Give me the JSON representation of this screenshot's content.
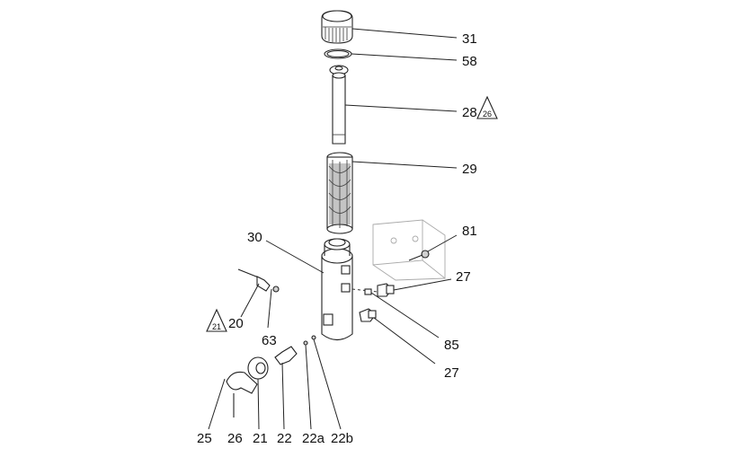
{
  "callouts": {
    "c31": "31",
    "c58": "58",
    "c28": "28",
    "c28_tri": "26",
    "c29": "29",
    "c81": "81",
    "c30": "30",
    "c27a": "27",
    "c20": "20",
    "c20_tri": "21",
    "c85": "85",
    "c63": "63",
    "c27b": "27",
    "c25": "25",
    "c26": "26",
    "c21": "21",
    "c22": "22",
    "c22a": "22a",
    "c22b": "22b"
  }
}
